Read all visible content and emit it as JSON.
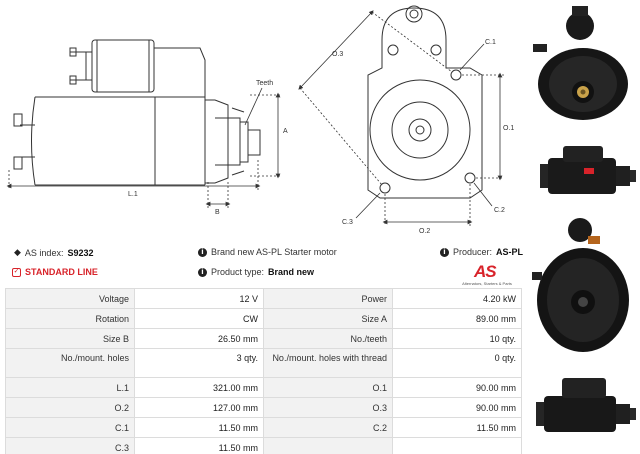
{
  "drawing": {
    "teeth_label": "Teeth",
    "dims": {
      "a": "A",
      "b": "B",
      "l1": "L.1",
      "o1": "O.1",
      "o2": "O.2",
      "o3": "O.3",
      "c1": "C.1",
      "c2": "C.2",
      "c3": "C.3"
    }
  },
  "info": {
    "as_index_label": "AS index:",
    "as_index_value": "S9232",
    "description": "Brand new AS-PL Starter motor",
    "producer_label": "Producer:",
    "producer_value": "AS-PL",
    "standard_line": "STANDARD LINE",
    "product_type_label": "Product type:",
    "product_type_value": "Brand new"
  },
  "logo": {
    "mark": "AS",
    "tagline": "Alternators, Starters & Parts"
  },
  "specs": [
    [
      "Voltage",
      "12 V",
      "Power",
      "4.20 kW"
    ],
    [
      "Rotation",
      "CW",
      "Size A",
      "89.00 mm"
    ],
    [
      "Size B",
      "26.50 mm",
      "No./teeth",
      "10 qty."
    ],
    [
      "No./mount. holes",
      "3 qty.",
      "No./mount. holes with thread",
      "0 qty."
    ],
    [
      "L.1",
      "321.00 mm",
      "O.1",
      "90.00 mm"
    ],
    [
      "O.2",
      "127.00 mm",
      "O.3",
      "90.00 mm"
    ],
    [
      "C.1",
      "11.50 mm",
      "C.2",
      "11.50 mm"
    ],
    [
      "C.3",
      "11.50 mm",
      "",
      ""
    ]
  ],
  "colors": {
    "accent_red": "#d8232a",
    "key_cell_bg": "#f2f2f2",
    "border": "#dcdcdc"
  }
}
